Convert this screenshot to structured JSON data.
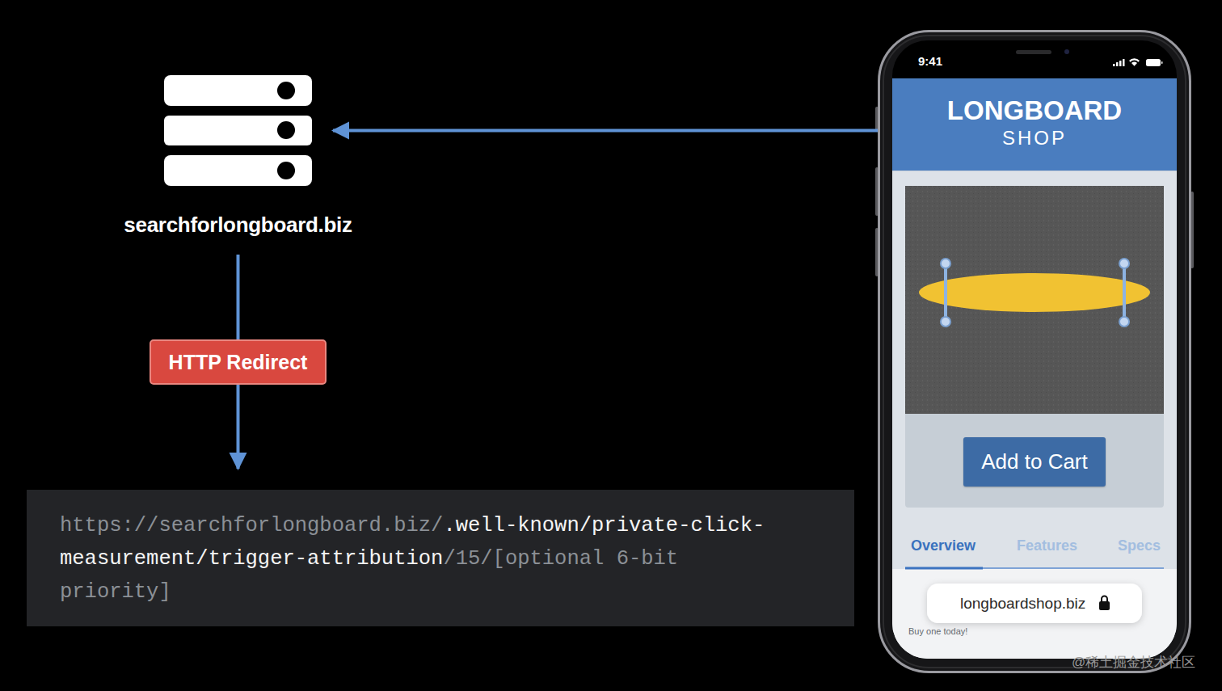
{
  "diagram": {
    "nodes": [
      {
        "text": [
          "searchforlongboard.biz"
        ]
      },
      {
        "text": [
          "https://searchforlongboard.biz/",
          ".well-known/private-click-measurement/trigger-attribution",
          "/15/[optional 6-bit priority]"
        ]
      },
      {
        "text": [
          "9:41"
        ]
      },
      {
        "text": [
          "LONGBOARD",
          "SHOP"
        ],
        "in": 2
      },
      {
        "text": [
          "Add to Cart"
        ],
        "in": 2
      },
      {
        "text": [
          "longboardshop.biz"
        ],
        "in": 2
      }
    ],
    "edges": [
      {
        "from": 2,
        "to": 0,
        "arrow": "to"
      },
      {
        "from": 0,
        "to": 1,
        "label": "HTTP Redirect",
        "arrow": "to"
      }
    ],
    "labels": [
      "Overview",
      "Features",
      "Specs",
      "Buy one today!",
      "@稀土掘金技术社区"
    ]
  }
}
